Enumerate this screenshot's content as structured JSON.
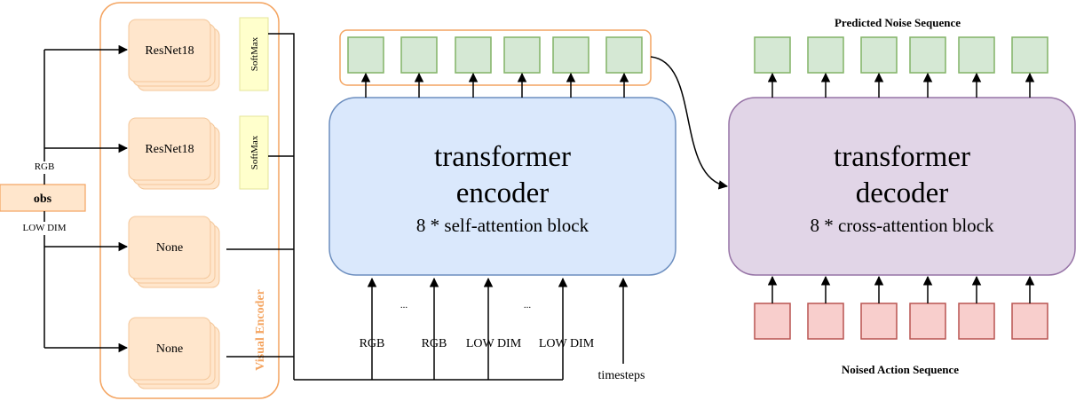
{
  "obs": {
    "label": "obs",
    "rgb_label": "RGB",
    "low_dim_label": "LOW DIM"
  },
  "visual_encoder": {
    "title": "Visual Encoder",
    "cards": [
      {
        "label": "ResNet18",
        "softmax": "SoftMax"
      },
      {
        "label": "ResNet18",
        "softmax": "SoftMax"
      },
      {
        "label": "None"
      },
      {
        "label": "None"
      }
    ]
  },
  "encoder": {
    "line1": "transformer",
    "line2": "encoder",
    "subtitle": "8 * self-attention block",
    "inputs": [
      "RGB",
      "RGB",
      "LOW DIM",
      "LOW DIM"
    ],
    "ellipsis": "...",
    "timesteps_label": "timesteps"
  },
  "decoder": {
    "line1": "transformer",
    "line2": "decoder",
    "subtitle": "8 * cross-attention block",
    "output_title": "Predicted Noise Sequence",
    "input_title": "Noised Action Sequence"
  },
  "colors": {
    "card_fill": "#ffe6cc",
    "card_stroke": "#f4c79a",
    "softmax_fill": "#ffffcc",
    "token_green_fill": "#d5e8d4",
    "token_green_stroke": "#82b366",
    "token_red_fill": "#f8cecc",
    "token_red_stroke": "#b85450",
    "encoder_fill": "#dae8fc",
    "encoder_stroke": "#6c8ebf",
    "decoder_fill": "#e1d5e7",
    "decoder_stroke": "#9673a6",
    "orange_outline": "#f4a460"
  }
}
